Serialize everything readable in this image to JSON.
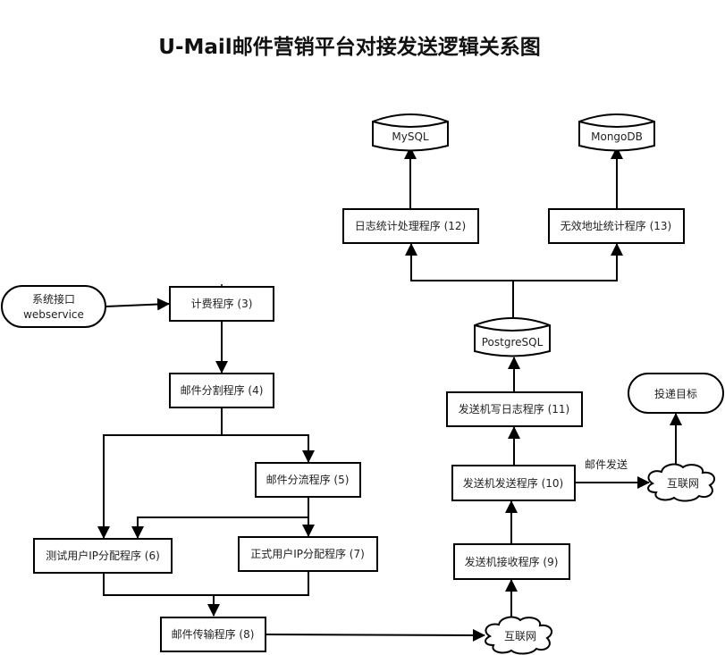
{
  "title": "U-Mail邮件营销平台对接发送逻辑关系图",
  "nodes": {
    "webservice": {
      "line1": "系统接口",
      "line2": "webservice",
      "shape": "terminator"
    },
    "billing": {
      "label": "计费程序 (3)",
      "shape": "process"
    },
    "split": {
      "label": "邮件分割程序 (4)",
      "shape": "process"
    },
    "divert": {
      "label": "邮件分流程序 (5)",
      "shape": "process"
    },
    "test_ip": {
      "label": "测试用户IP分配程序 (6)",
      "shape": "process"
    },
    "prod_ip": {
      "label": "正式用户IP分配程序 (7)",
      "shape": "process"
    },
    "transfer": {
      "label": "邮件传输程序 (8)",
      "shape": "process"
    },
    "internet1": {
      "label": "互联网",
      "shape": "cloud"
    },
    "receiver": {
      "label": "发送机接收程序 (9)",
      "shape": "process"
    },
    "sender": {
      "label": "发送机发送程序 (10)",
      "shape": "process"
    },
    "log_writer": {
      "label": "发送机写日志程序 (11)",
      "shape": "process"
    },
    "postgresql": {
      "label": "PostgreSQL",
      "shape": "database"
    },
    "log_stats": {
      "label": "日志统计处理程序 (12)",
      "shape": "process"
    },
    "invalid_stats": {
      "label": "无效地址统计程序 (13)",
      "shape": "process"
    },
    "mysql": {
      "label": "MySQL",
      "shape": "database"
    },
    "mongodb": {
      "label": "MongoDB",
      "shape": "database"
    },
    "internet2": {
      "label": "互联网",
      "shape": "cloud"
    },
    "target": {
      "label": "投递目标",
      "shape": "terminator"
    }
  },
  "edge_labels": {
    "mail_send": "邮件发送"
  },
  "edges": [
    [
      "webservice",
      "billing"
    ],
    [
      "billing",
      "split"
    ],
    [
      "split",
      "test_ip"
    ],
    [
      "split",
      "divert"
    ],
    [
      "divert",
      "test_ip"
    ],
    [
      "divert",
      "prod_ip"
    ],
    [
      "test_ip",
      "transfer"
    ],
    [
      "prod_ip",
      "transfer"
    ],
    [
      "transfer",
      "internet1"
    ],
    [
      "internet1",
      "receiver"
    ],
    [
      "receiver",
      "sender"
    ],
    [
      "sender",
      "log_writer"
    ],
    [
      "sender",
      "internet2"
    ],
    [
      "log_writer",
      "postgresql"
    ],
    [
      "postgresql",
      "log_stats"
    ],
    [
      "postgresql",
      "invalid_stats"
    ],
    [
      "log_stats",
      "mysql"
    ],
    [
      "invalid_stats",
      "mongodb"
    ],
    [
      "internet2",
      "target"
    ]
  ]
}
